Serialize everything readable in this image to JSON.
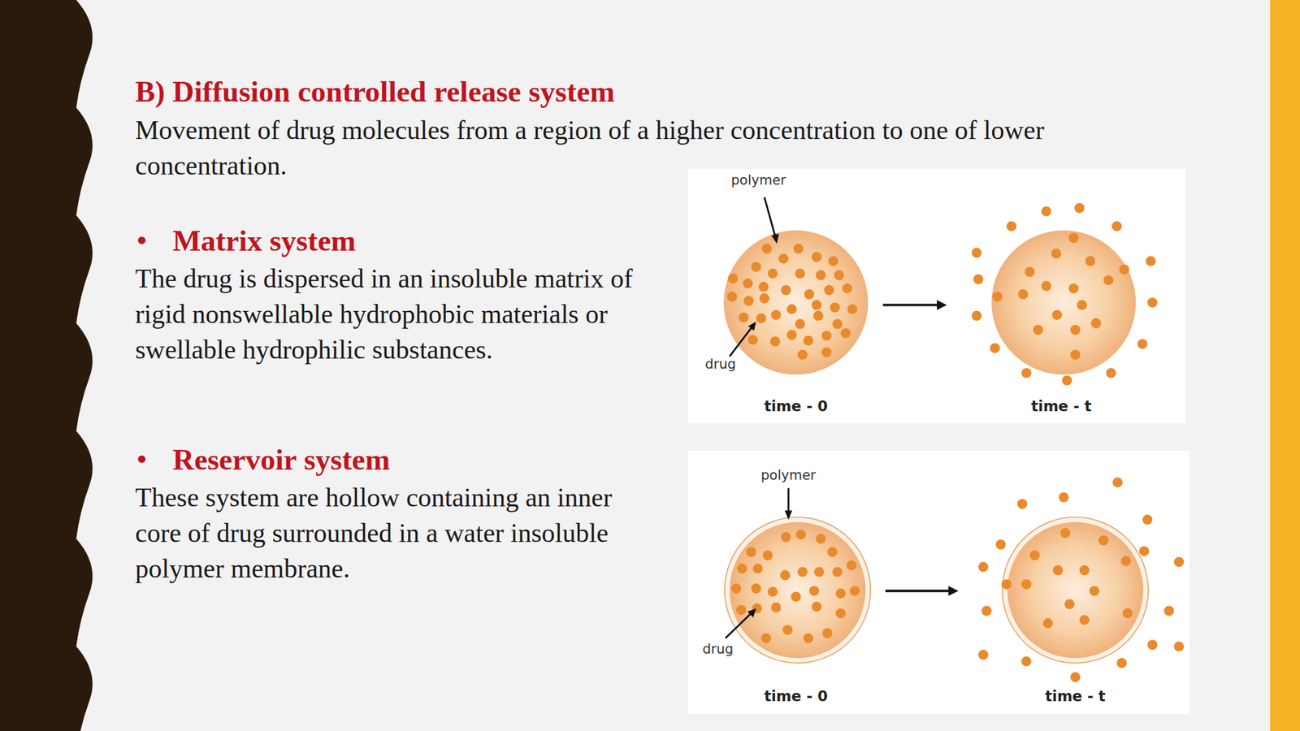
{
  "diagram": {
    "title": "B) Diffusion controlled release system",
    "nodes": [
      {
        "text": [
          "polymer",
          "drug",
          "time - 0",
          "time - t"
        ]
      },
      {
        "text": [
          "polymer",
          "drug",
          "time - 0",
          "time - t"
        ]
      }
    ],
    "labels": [
      "Movement of drug molecules from a region of a higher concentration to one of lower concentration.",
      "Matrix system",
      "The drug is dispersed in an insoluble matrix of rigid nonswellable hydrophobic materials or swellable hydrophilic substances.",
      "Reservoir system",
      "These system are hollow containing an inner core of drug surrounded in a water insoluble polymer membrane."
    ]
  }
}
